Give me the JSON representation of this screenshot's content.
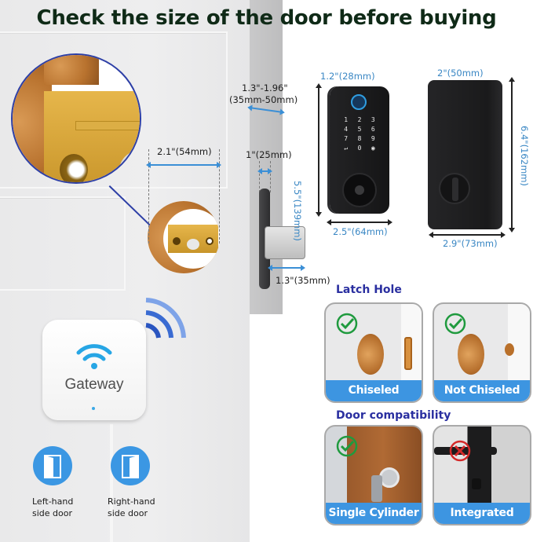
{
  "title": "Check the size of the door before buying",
  "measurements": {
    "door_thickness": {
      "line1": "1.3\"-1.96\"",
      "line2": "(35mm-50mm)"
    },
    "backset": "2.1\"(54mm)",
    "faceplate_width": "1\"(25mm)",
    "bolt_throw": "1.3\"(35mm)",
    "front_height": "5.5\"(139mm)",
    "front_depth": "1.2\"(28mm)",
    "front_width": "2.5\"(64mm)",
    "back_depth": "2\"(50mm)",
    "back_height": "6.4\"(162mm)",
    "back_width": "2.9\"(73mm)"
  },
  "keypad": [
    "1",
    "2",
    "3",
    "4",
    "5",
    "6",
    "7",
    "8",
    "9",
    "↵",
    "0",
    "◉"
  ],
  "gateway": {
    "label": "Gateway"
  },
  "handedness": [
    {
      "line1": "Left-hand",
      "line2": "side door"
    },
    {
      "line1": "Right-hand",
      "line2": "side door"
    }
  ],
  "latch_hole": {
    "heading": "Latch Hole",
    "cards": [
      {
        "caption": "Chiseled",
        "status": "compatible"
      },
      {
        "caption": "Not Chiseled",
        "status": "compatible"
      }
    ]
  },
  "door_compatibility": {
    "heading": "Door compatibility",
    "cards": [
      {
        "caption": "Single Cylinder",
        "status": "compatible"
      },
      {
        "caption": "Integrated",
        "status": "incompatible"
      }
    ]
  },
  "colors": {
    "title": "#0f2a17",
    "dimension_blue": "#3a87c4",
    "accent_blue": "#3d95e1",
    "heading_navy": "#2a2fa0",
    "check_green": "#1f9a3e",
    "cross_red": "#d42a2a"
  }
}
